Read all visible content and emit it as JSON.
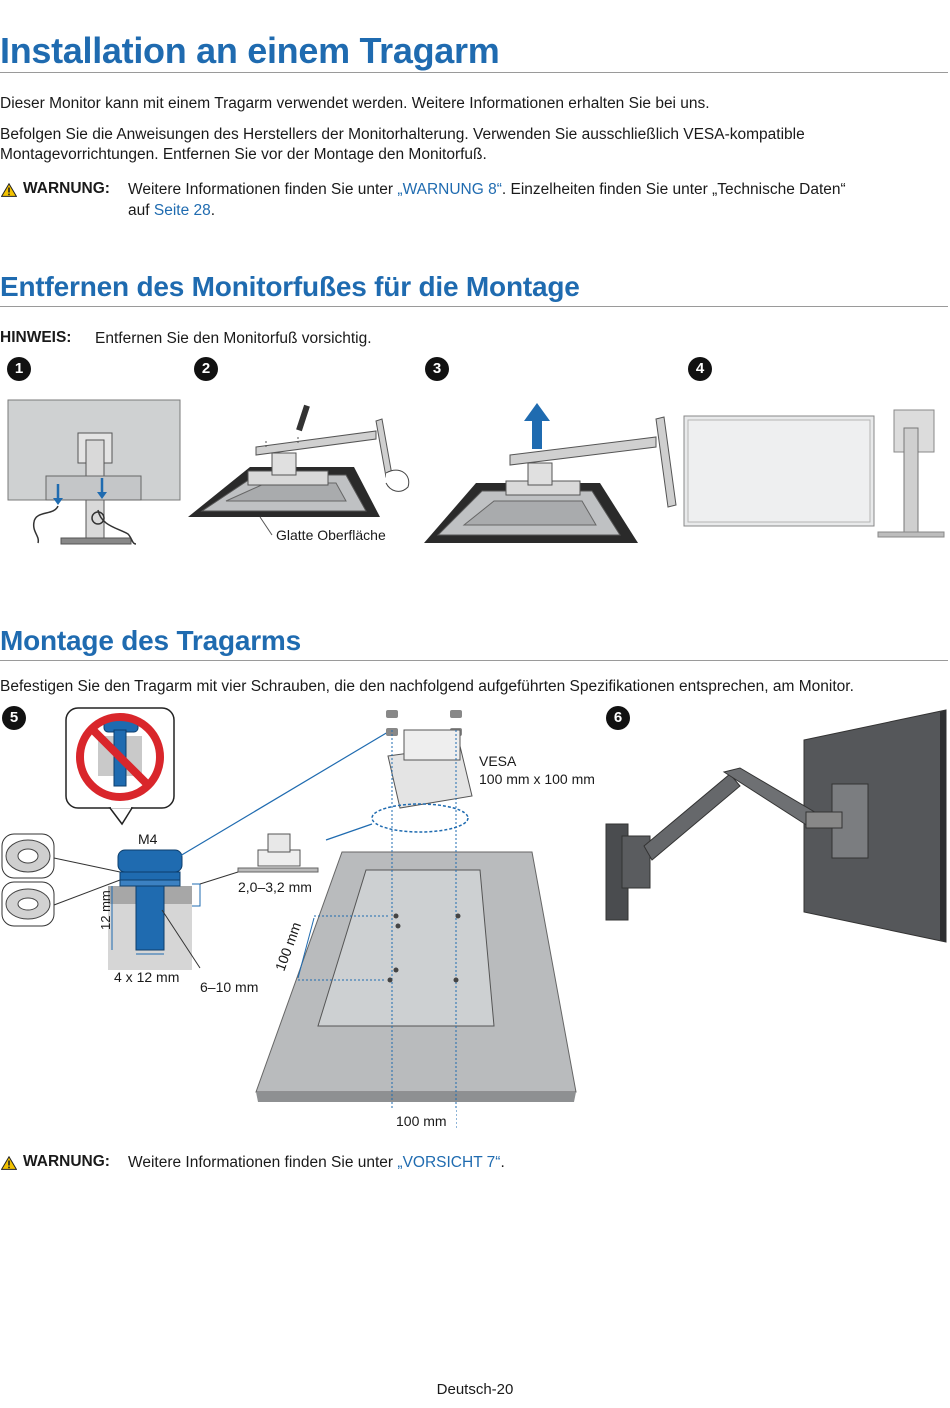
{
  "heading1": "Installation an einem Tragarm",
  "intro1": "Dieser Monitor kann mit einem Tragarm verwendet werden. Weitere Informationen erhalten Sie bei uns.",
  "intro2_line1": "Befolgen Sie die Anweisungen des Herstellers der Monitorhalterung. Verwenden Sie ausschließlich VESA-kompatible",
  "intro2_line2": "Montagevorrichtungen. Entfernen Sie vor der Montage den Monitorfuß.",
  "warning1": {
    "label": "WARNUNG:",
    "text_before": "Weitere Informationen finden Sie unter ",
    "link1": "„WARNUNG 8“",
    "text_mid": ". Einzelheiten finden Sie unter „Technische Daten“",
    "text_line2_before": "auf ",
    "link2": "Seite 28",
    "text_end": "."
  },
  "heading2": "Entfernen des Monitorfußes für die Montage",
  "note": {
    "label": "HINWEIS:",
    "text": "Entfernen Sie den Monitorfuß vorsichtig."
  },
  "steps_top": [
    "1",
    "2",
    "3",
    "4"
  ],
  "label_smooth_surface": "Glatte Oberfläche",
  "heading3": "Montage des Tragarms",
  "mount_text": "Befestigen Sie den Tragarm mit vier Schrauben, die den nachfolgend aufgeführten Spezifikationen entsprechen, am Monitor.",
  "steps_bottom": [
    "5",
    "6"
  ],
  "diagram_labels": {
    "m4": "M4",
    "thickness": "2,0–3,2 mm",
    "depth": "12 mm",
    "screw": "4 x 12 mm",
    "thread": "6–10 mm",
    "vesa_title": "VESA",
    "vesa_size": "100 mm x 100 mm",
    "vert_100": "100 mm",
    "horiz_100": "100 mm"
  },
  "warning2": {
    "label": "WARNUNG:",
    "text_before": "Weitere Informationen finden Sie unter ",
    "link": "„VORSICHT 7“",
    "text_end": "."
  },
  "footer": "Deutsch-20",
  "colors": {
    "accent": "#1f6bb0",
    "warning_yellow": "#f2c200",
    "prohibit_red": "#d9262b"
  },
  "icons": [
    "warning-triangle-icon",
    "lift-arrow-icon",
    "prohibited-icon"
  ]
}
